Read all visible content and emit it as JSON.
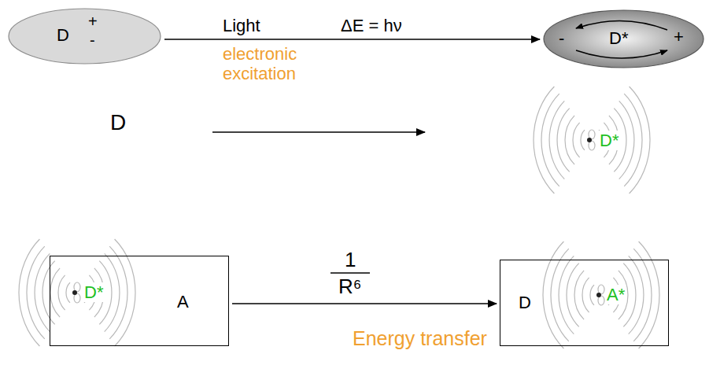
{
  "diagram": {
    "nodes": [
      {
        "text": [
          "D",
          "+",
          "-"
        ]
      },
      {
        "text": [
          "-",
          "D*",
          "+"
        ]
      },
      {
        "text": [
          "D*",
          "A"
        ]
      },
      {
        "text": [
          "D",
          "A*"
        ]
      }
    ],
    "edges": [
      {
        "from": 0,
        "to": 1,
        "arrow": "to"
      },
      {
        "from": 2,
        "to": 3,
        "arrow": "to"
      }
    ],
    "labels": [
      "Light",
      "ΔE = hν",
      "electronic excitation",
      "D",
      "D*",
      "1",
      "R⁶",
      "Energy transfer"
    ]
  }
}
